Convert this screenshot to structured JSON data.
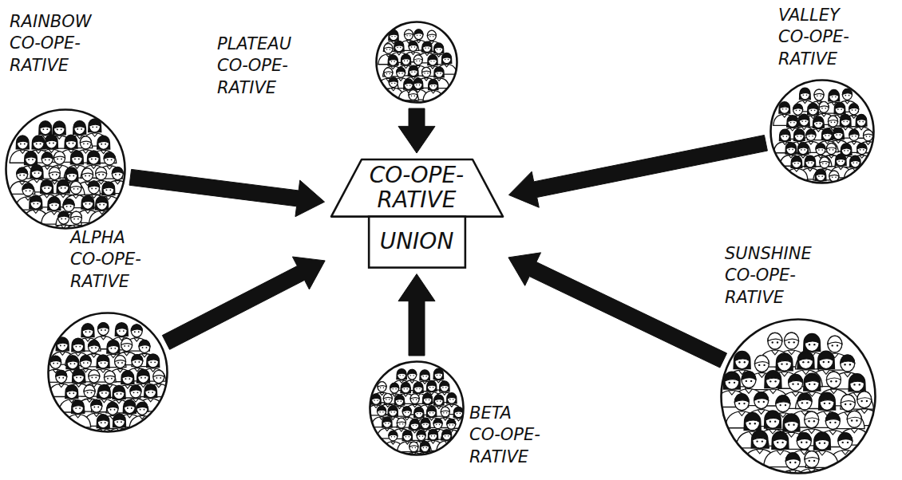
{
  "diagram": {
    "nodes": [
      {
        "text": [
          "RAINBOW CO-OPE- RATIVE"
        ]
      },
      {
        "text": [
          "PLATEAU CO-OPE- RATIVE"
        ]
      },
      {
        "text": [
          "VALLEY CO-OPE- RATIVE"
        ]
      },
      {
        "text": [
          "CO-OPE- RATIVE",
          "UNION"
        ]
      },
      {
        "text": [
          "ALPHA CO-OPE- RATIVE"
        ]
      },
      {
        "text": [
          "SUNSHINE CO-OPE- RATIVE"
        ]
      },
      {
        "text": [
          "BETA CO-OPE- RATIVE"
        ]
      }
    ],
    "edges": [
      {
        "from": 0,
        "to": 3,
        "arrow": "to"
      },
      {
        "from": 1,
        "to": 3,
        "arrow": "to"
      },
      {
        "from": 2,
        "to": 3,
        "arrow": "to"
      },
      {
        "from": 4,
        "to": 3,
        "arrow": "to"
      },
      {
        "from": 5,
        "to": 3,
        "arrow": "to"
      },
      {
        "from": 6,
        "to": 3,
        "arrow": "to"
      }
    ]
  }
}
